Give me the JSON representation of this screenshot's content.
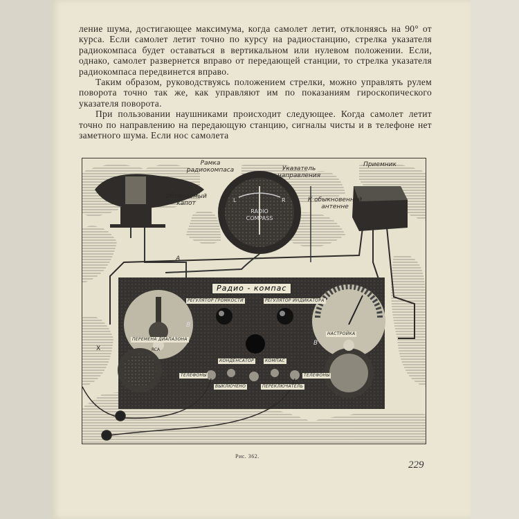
{
  "paragraphs": [
    "ление шума, достигающее максимума, когда самолет летит, отклоняясь на 90° от курса. Если самолет летит точно по курсу на радиостанцию, стрелка указателя радиокомпаса будет оставаться в вертикальном или нулевом положении. Если, однако, самолет развернется вправо от передающей станции, то стрелка указателя радиокомпаса передвинется вправо.",
    "Таким образом, руководствуясь положением стрелки, можно управлять рулем поворота точно так же, как управляют им по показаниям гироскопического указателя поворота.",
    "При пользовании наушниками происходит следующее. Когда самолет летит точно по направлению на передающую станцию, сигналы чисты и в телефоне нет заметного шума. Если нос самолета"
  ],
  "figure": {
    "labels": {
      "loop": "Рамка радиокомпаса",
      "fairing": "Обтекаемый капот",
      "indicator": "Указатель направления",
      "antenna": "К обыкновенной антенне",
      "receiver": "Приемник",
      "gauge_text": "RADIO COMPASS",
      "gauge_l": "L",
      "gauge_r": "R",
      "panel_title": "Радио - компас",
      "volume": "Регулятор громкости",
      "indicator_reg": "Регулятор индикатора",
      "range": "Перемена диапазона",
      "tuning": "Настройка",
      "condenser": "Конденсатор",
      "compass": "Компас",
      "phones_left": "Телефоны",
      "phones_right": "Телефоны",
      "off": "Выключено",
      "switch": "Переключатель",
      "letter_a": "A",
      "letter_b": "B",
      "letter_b2": "B",
      "letter_x": "X",
      "rca": "RCA"
    },
    "caption": "Рис. 362."
  },
  "page_number": "229"
}
